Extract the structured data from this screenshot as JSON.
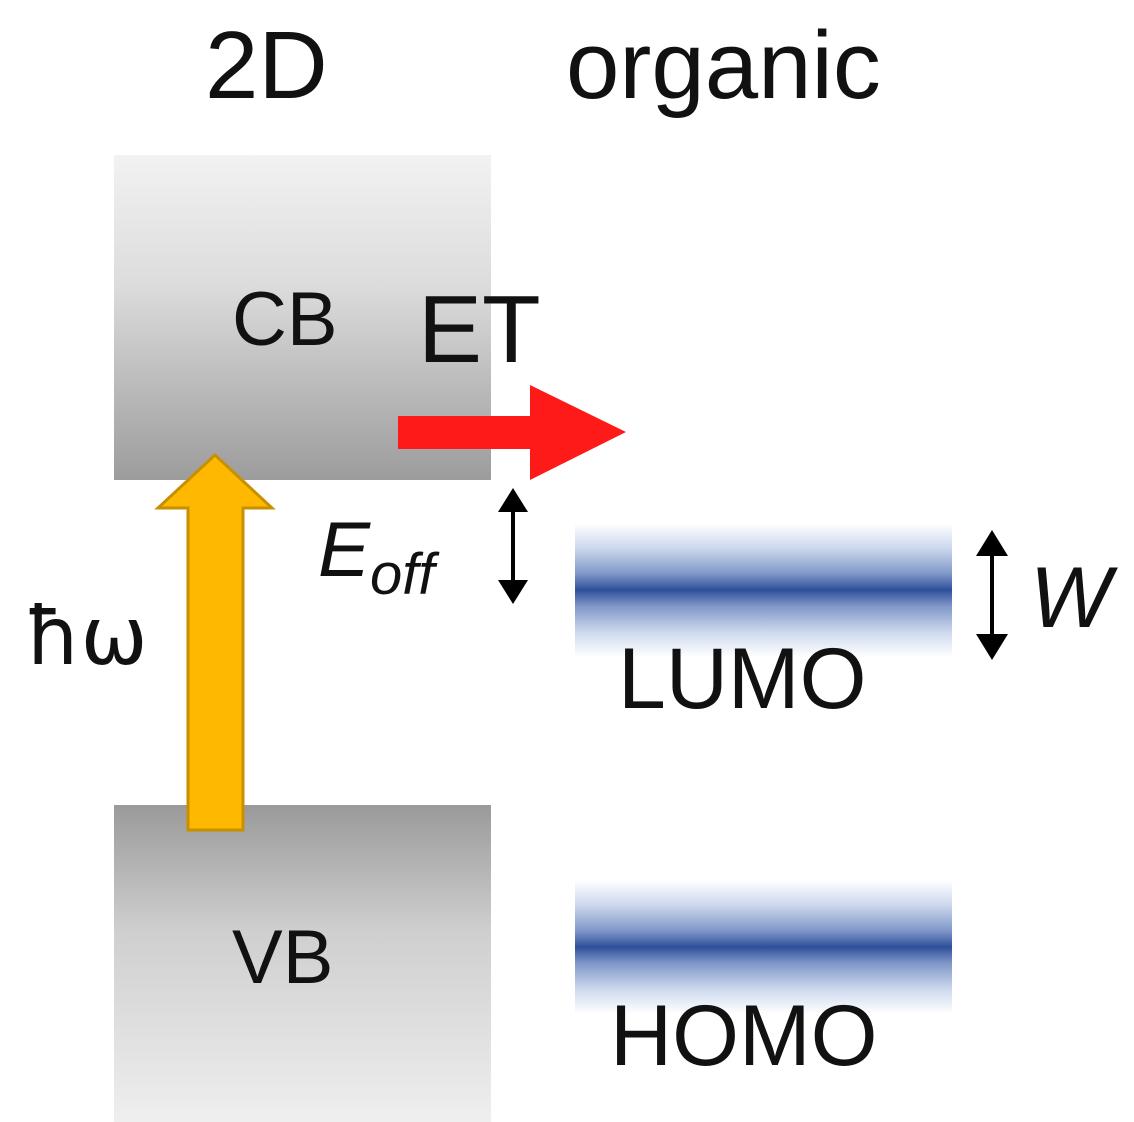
{
  "columns": {
    "left": "2D",
    "right": "organic"
  },
  "bands": {
    "cb": "CB",
    "vb": "VB",
    "lumo": "LUMO",
    "homo": "HOMO"
  },
  "transfer": {
    "label": "ET"
  },
  "offset": {
    "symbol": "E",
    "subscript": "off"
  },
  "width": {
    "symbol": "W"
  },
  "excitation": {
    "symbol": "ħω"
  },
  "colors": {
    "et_arrow": "#ff1a1a",
    "excitation_arrow": "#ffb800",
    "excitation_outline": "#c89000",
    "orbital_blue": "#2e4f9a",
    "band_gray": "#9c9c9c"
  }
}
